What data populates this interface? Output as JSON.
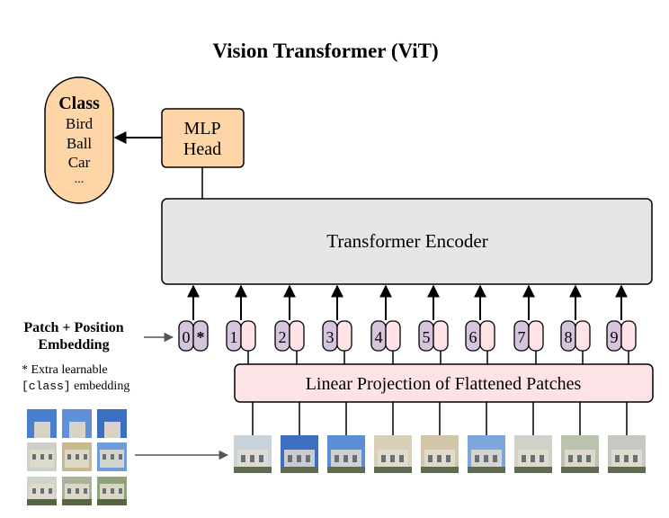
{
  "title": "Vision Transformer (ViT)",
  "class_box": {
    "heading": "Class",
    "items": [
      "Bird",
      "Ball",
      "Car",
      "..."
    ]
  },
  "mlp_head": {
    "line1": "MLP",
    "line2": "Head"
  },
  "encoder": {
    "label": "Transformer Encoder"
  },
  "embedding_label": {
    "line1": "Patch + Position",
    "line2": "Embedding"
  },
  "footnote": {
    "line1": "* Extra learnable",
    "line2_code": "[class]",
    "line2_rest": " embedding"
  },
  "projection": {
    "label": "Linear Projection of Flattened Patches"
  },
  "tokens": [
    "0",
    "1",
    "2",
    "3",
    "4",
    "5",
    "6",
    "7",
    "8",
    "9"
  ],
  "class_token_marker": "*",
  "patch_count": 9,
  "colors": {
    "orange_fill": "#fdd5a6",
    "encoder_fill": "#e6e6e6",
    "projection_fill": "#fde3e5",
    "position_fill": "#d6c4dd",
    "patch_fill": "#ffe3e6"
  }
}
